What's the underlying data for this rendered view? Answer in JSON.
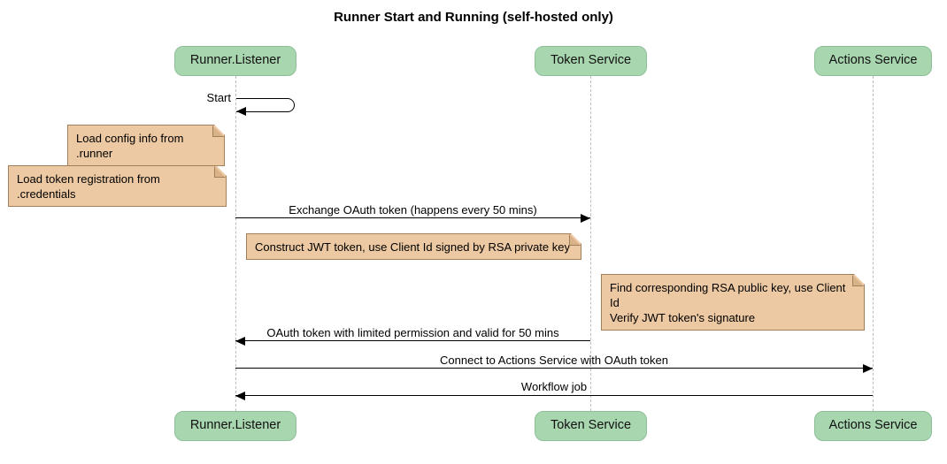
{
  "title": "Runner Start and Running (self-hosted only)",
  "colors": {
    "participant_fill": "#a8d6af",
    "participant_border": "#8cbf98",
    "note_fill": "#ecc9a2",
    "note_border": "#a0805a",
    "lifeline": "#bdbdbd",
    "arrow": "#000000",
    "background": "#ffffff"
  },
  "participants": [
    {
      "label": "Runner.Listener"
    },
    {
      "label": "Token Service"
    },
    {
      "label": "Actions Service"
    }
  ],
  "notes": [
    {
      "text": "Load config info from .runner"
    },
    {
      "text": "Load token registration from .credentials"
    },
    {
      "text": "Construct JWT token, use Client Id signed by RSA private key"
    },
    {
      "text": "Find corresponding RSA public key, use Client Id\nVerify JWT token's signature"
    }
  ],
  "messages": [
    {
      "label": "Start",
      "type": "self",
      "from": "Runner.Listener",
      "to": "Runner.Listener"
    },
    {
      "label": "Exchange OAuth token (happens every 50 mins)",
      "from": "Runner.Listener",
      "to": "Token Service"
    },
    {
      "label": "OAuth token with limited permission and valid for 50 mins",
      "from": "Token Service",
      "to": "Runner.Listener"
    },
    {
      "label": "Connect to Actions Service with OAuth token",
      "from": "Runner.Listener",
      "to": "Actions Service"
    },
    {
      "label": "Workflow job",
      "from": "Actions Service",
      "to": "Runner.Listener"
    }
  ]
}
